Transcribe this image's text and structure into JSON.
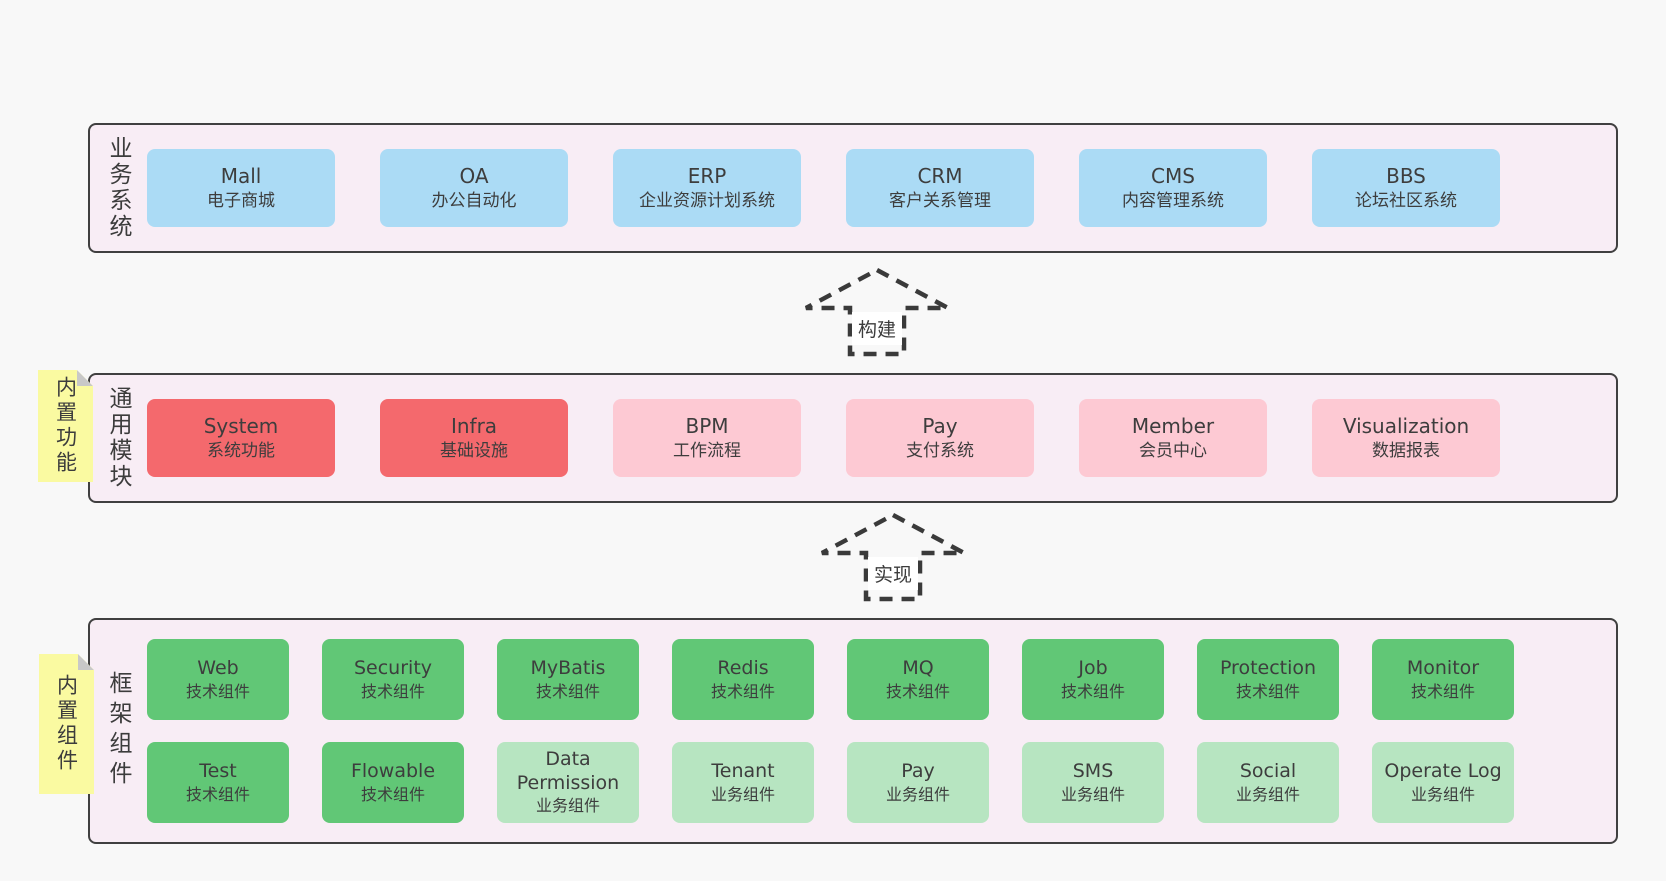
{
  "diagram": {
    "arrows": [
      {
        "label": "构建"
      },
      {
        "label": "实现"
      }
    ],
    "bands": [
      {
        "label": "业务系统",
        "boxes": [
          {
            "name": "Mall",
            "desc": "电子商城"
          },
          {
            "name": "OA",
            "desc": "办公自动化"
          },
          {
            "name": "ERP",
            "desc": "企业资源计划系统"
          },
          {
            "name": "CRM",
            "desc": "客户关系管理"
          },
          {
            "name": "CMS",
            "desc": "内容管理系统"
          },
          {
            "name": "BBS",
            "desc": "论坛社区系统"
          }
        ]
      },
      {
        "label": "通用模块",
        "note": "内置功能",
        "boxes": [
          {
            "name": "System",
            "desc": "系统功能"
          },
          {
            "name": "Infra",
            "desc": "基础设施"
          },
          {
            "name": "BPM",
            "desc": "工作流程"
          },
          {
            "name": "Pay",
            "desc": "支付系统"
          },
          {
            "name": "Member",
            "desc": "会员中心"
          },
          {
            "name": "Visualization",
            "desc": "数据报表"
          }
        ]
      },
      {
        "label": "框架组件",
        "note": "内置组件",
        "rows": [
          [
            {
              "name": "Web",
              "desc": "技术组件"
            },
            {
              "name": "Security",
              "desc": "技术组件"
            },
            {
              "name": "MyBatis",
              "desc": "技术组件"
            },
            {
              "name": "Redis",
              "desc": "技术组件"
            },
            {
              "name": "MQ",
              "desc": "技术组件"
            },
            {
              "name": "Job",
              "desc": "技术组件"
            },
            {
              "name": "Protection",
              "desc": "技术组件"
            },
            {
              "name": "Monitor",
              "desc": "技术组件"
            }
          ],
          [
            {
              "name": "Test",
              "desc": "技术组件"
            },
            {
              "name": "Flowable",
              "desc": "技术组件"
            },
            {
              "name": "Data Permission",
              "desc": "业务组件"
            },
            {
              "name": "Tenant",
              "desc": "业务组件"
            },
            {
              "name": "Pay",
              "desc": "业务组件"
            },
            {
              "name": "SMS",
              "desc": "业务组件"
            },
            {
              "name": "Social",
              "desc": "业务组件"
            },
            {
              "name": "Operate Log",
              "desc": "业务组件"
            }
          ]
        ]
      }
    ],
    "colors": {
      "page_bg": "#f8f8f8",
      "band_bg": "#f8edf5",
      "band_border": "#404040",
      "blue_box": "#abdbf5",
      "red_box": "#f4696d",
      "pink_box": "#fdc9d3",
      "green_dark_box": "#61c776",
      "green_light_box": "#b7e5c1",
      "note_yellow": "#fafaa1",
      "note_fold": "#c8c8c8",
      "text": "#3d3d3d"
    }
  }
}
